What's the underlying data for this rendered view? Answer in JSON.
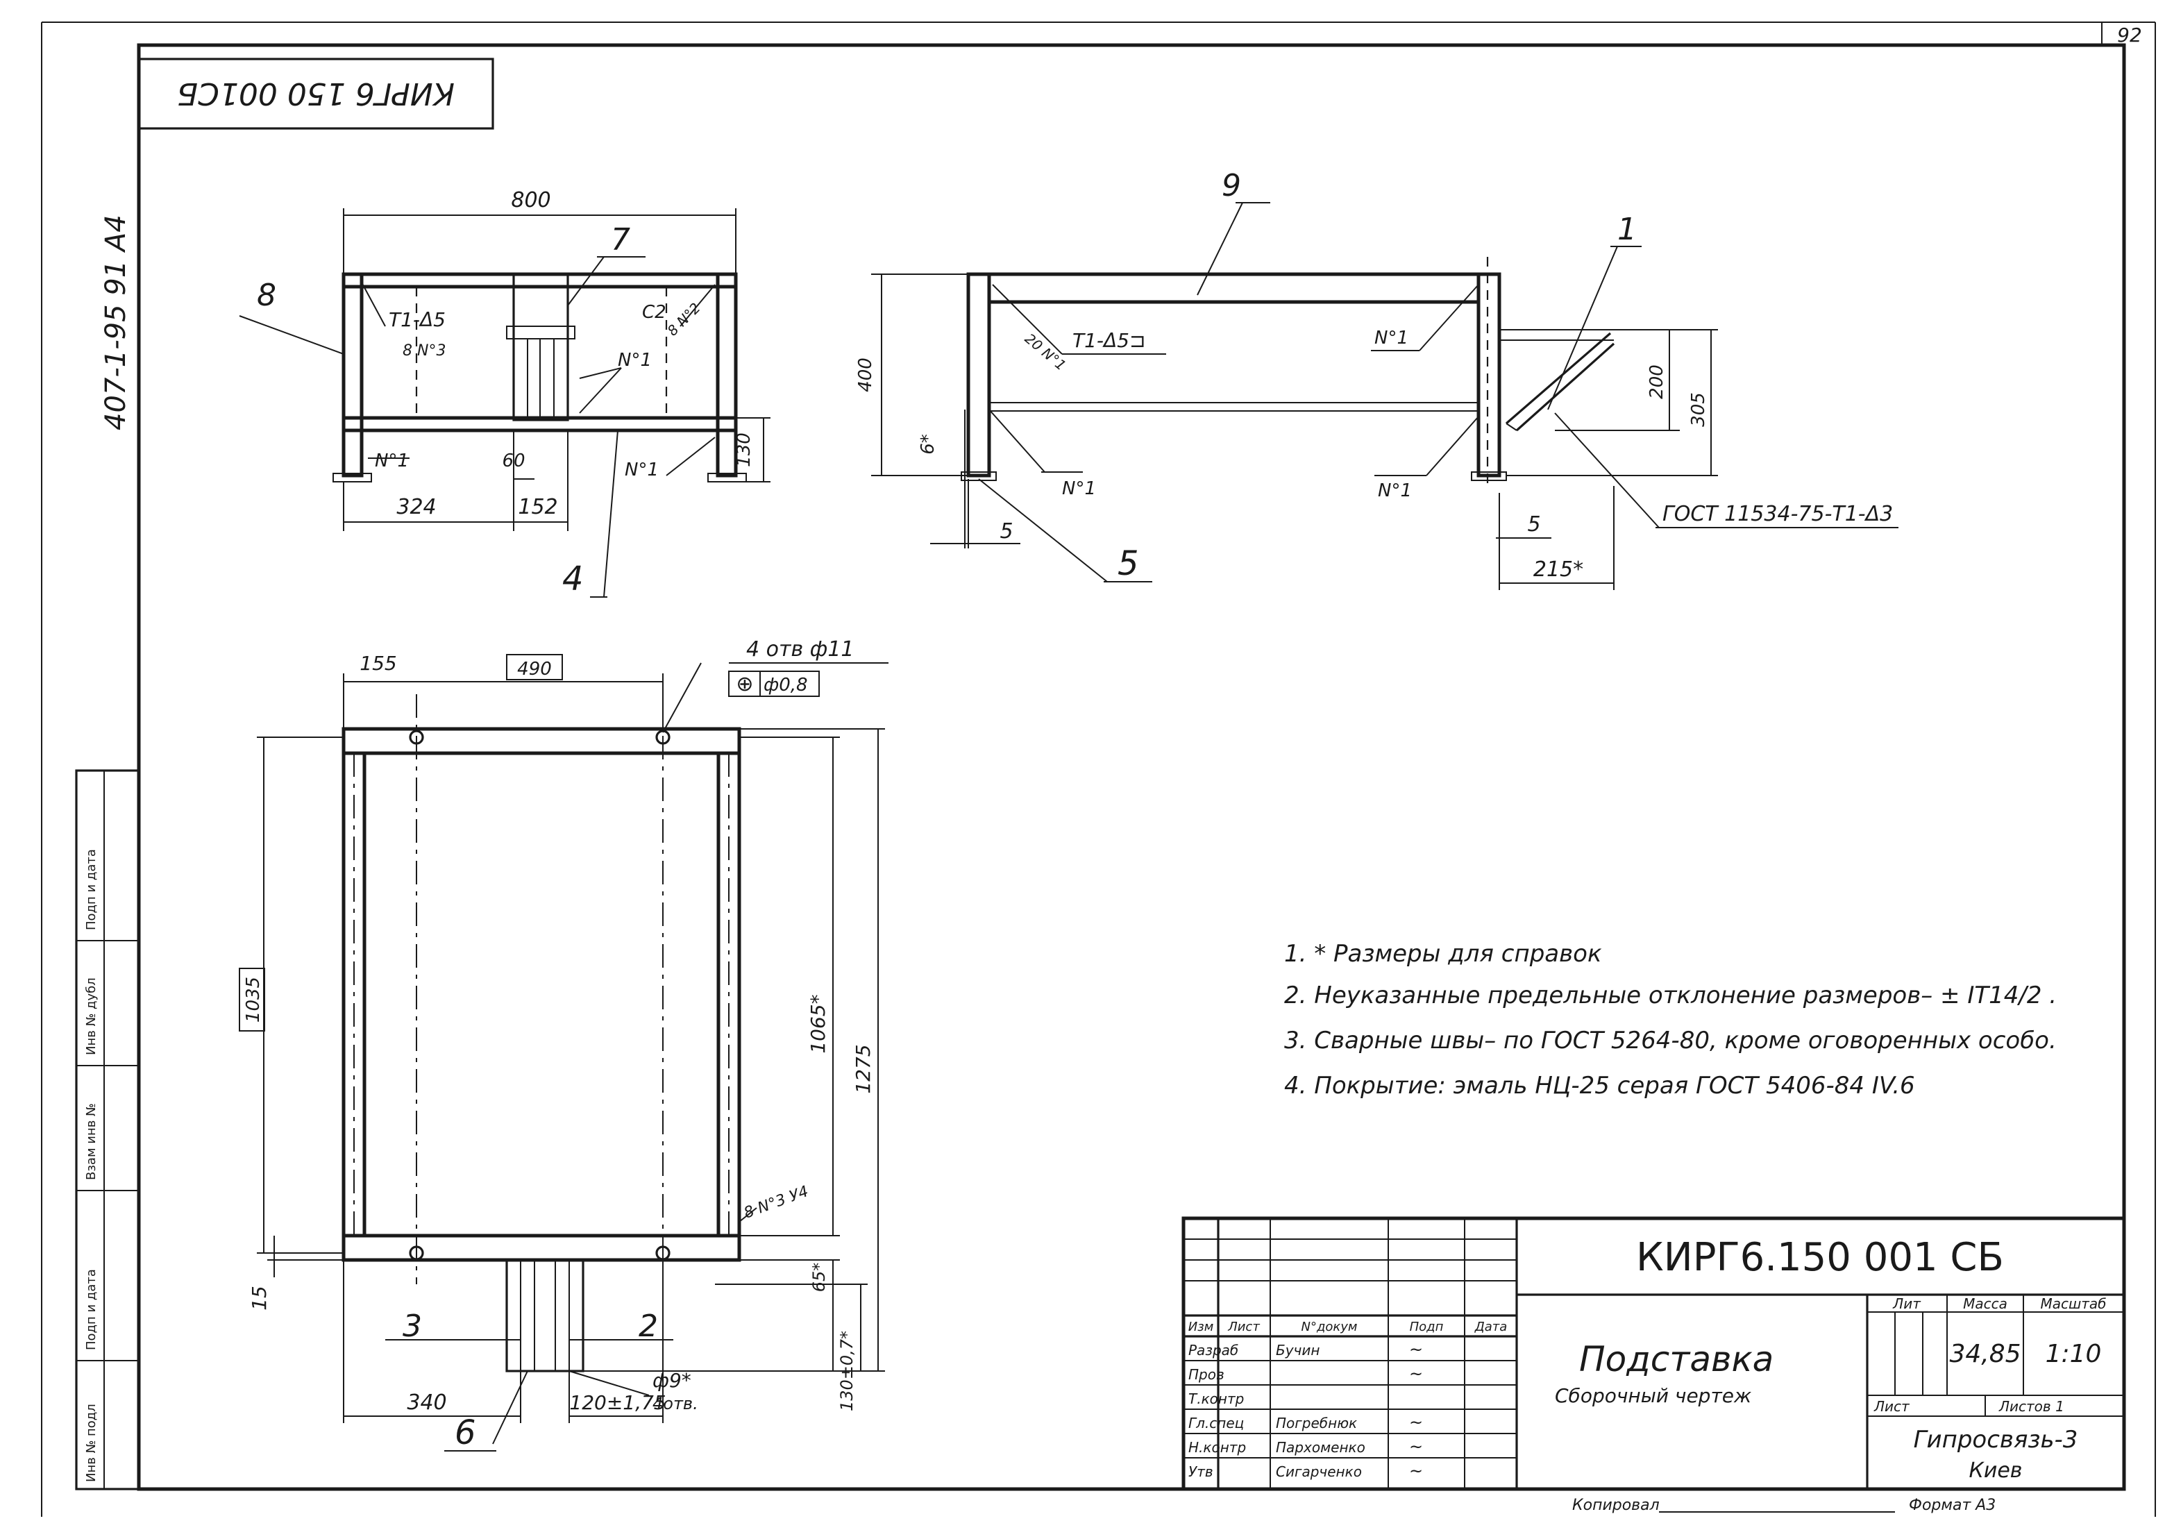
{
  "stamps": {
    "top_left_code": "КИРГ6 150 001СБ",
    "side_code": "407-1-95 91   А4",
    "sheet_corner": "92"
  },
  "left_strip": [
    "Инв № подл",
    "Подп и дата",
    "Взам инв №",
    "Инв № дубл",
    "Подп и дата"
  ],
  "front_view": {
    "dims": {
      "overall": "800",
      "left": "324",
      "mid": "152",
      "small": "60",
      "height": "130"
    },
    "labels": {
      "weld1": "Т1-Δ5",
      "weld1b": "8 N°3",
      "weld2": "С2",
      "weld2b": "8 N°2",
      "n1a": "N°1",
      "n1b": "N°1",
      "n1c": "N°1"
    },
    "positions": {
      "p8": "8",
      "p7": "7",
      "p4": "4"
    }
  },
  "side_view": {
    "dims": {
      "height": "400",
      "thk": "6*",
      "five_left": "5",
      "five_right": "5",
      "d200": "200",
      "d305": "305",
      "d215": "215*"
    },
    "labels": {
      "weld": "Т1-Δ5⊐",
      "weld_n": "20 N°1",
      "n1a": "N°1",
      "n1b": "N°1",
      "n1c": "N°1",
      "gost": "ГОСТ 11534-75-Т1-Δ3"
    },
    "positions": {
      "p9": "9",
      "p1": "1",
      "p5": "5"
    }
  },
  "plan_view": {
    "dims": {
      "d155": "155",
      "d490": "490",
      "d1035": "1035",
      "d1065": "1065*",
      "d1275": "1275",
      "d15": "15",
      "d65": "65*",
      "d340": "340",
      "d120": "120±1,75",
      "d130": "130±0,7*",
      "phi9": "ф9*",
      "holes4": "4отв.",
      "weld": "8 N°3 У4"
    },
    "holes": {
      "title": "4 отв ф11",
      "tol_sym": "⊕",
      "tol_val": "ф0,8"
    },
    "positions": {
      "p3": "3",
      "p2": "2",
      "p6": "6"
    }
  },
  "notes": [
    "1. * Размеры для справок",
    "2. Неуказанные предельные отклонение размеров– ± IT14/2 .",
    "3. Сварные швы– по ГОСТ 5264-80, кроме оговоренных особо.",
    "4. Покрытие: эмаль НЦ-25 серая ГОСТ 5406-84 IV.6"
  ],
  "title_block": {
    "code": "КИРГ6.150 001 СБ",
    "title": "Подставка",
    "subtitle": "Сборочный чертеж",
    "head_cols": [
      "Изм",
      "Лист",
      "N°докум",
      "Подп",
      "Дата"
    ],
    "rows": [
      {
        "role": "Разраб",
        "name": "Бучин",
        "sign": "~"
      },
      {
        "role": "Пров",
        "name": "",
        "sign": "~"
      },
      {
        "role": "Т.контр",
        "name": "",
        "sign": ""
      },
      {
        "role": "Гл.спец",
        "name": "Погребнюк",
        "sign": "~"
      },
      {
        "role": "Н.контр",
        "name": "Пархоменко",
        "sign": "~"
      },
      {
        "role": "Утв",
        "name": "Сигарченко",
        "sign": "~"
      }
    ],
    "lit_label": "Лит",
    "mass_label": "Масса",
    "scale_label": "Масштаб",
    "mass": "34,85",
    "scale": "1:10",
    "sheet_label": "Лист",
    "sheets_label": "Листов 1",
    "org": "Гипросвязь-3",
    "city": "Киев",
    "bottom_copy": "Копировал",
    "bottom_format": "Формат А3"
  }
}
